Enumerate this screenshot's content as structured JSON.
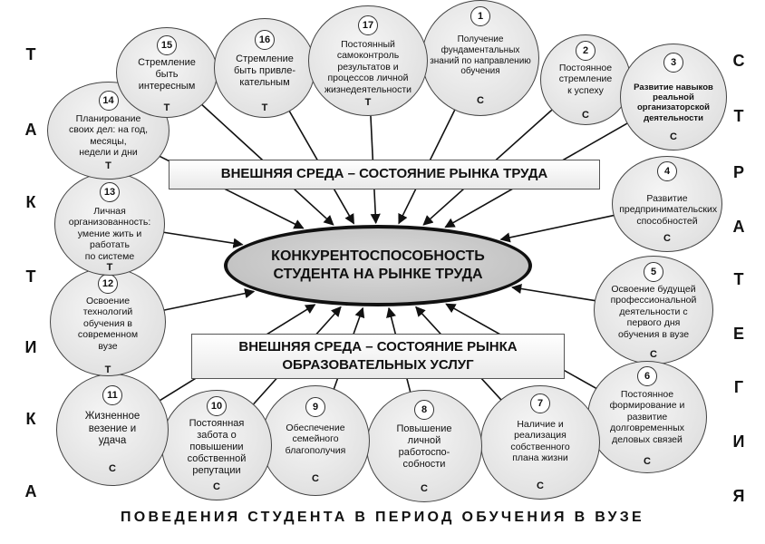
{
  "center": {
    "line1": "КОНКУРЕНТОСПОСОБНОСТЬ",
    "line2": "СТУДЕНТА НА РЫНКЕ ТРУДА"
  },
  "banner_top": "ВНЕШНЯЯ СРЕДА – СОСТОЯНИЕ РЫНКА ТРУДА",
  "banner_bottom": {
    "line1": "ВНЕШНЯЯ СРЕДА – СОСТОЯНИЕ РЫНКА",
    "line2": "ОБРАЗОВАТЕЛЬНЫХ УСЛУГ"
  },
  "left_word": [
    "Т",
    "А",
    "К",
    "Т",
    "И",
    "К",
    "А"
  ],
  "right_word": [
    "С",
    "Т",
    "Р",
    "А",
    "Т",
    "Е",
    "Г",
    "И",
    "Я"
  ],
  "footer": "ПОВЕДЕНИЯ СТУДЕНТА В ПЕРИОД ОБУЧЕНИЯ В ВУЗЕ",
  "factors": [
    {
      "num": "1",
      "text": [
        "Получение",
        "фундаментальных",
        "знаний по направлению",
        "обучения"
      ],
      "tag": "С"
    },
    {
      "num": "2",
      "text": [
        "Постоянное",
        "стремление",
        "к успеху"
      ],
      "tag": "С"
    },
    {
      "num": "3",
      "text": [
        "Развитие навыков",
        "реальной",
        "организаторской",
        "деятельности"
      ],
      "tag": "С"
    },
    {
      "num": "4",
      "text": [
        "Развитие",
        "предпринимательских",
        "способностей"
      ],
      "tag": "С"
    },
    {
      "num": "5",
      "text": [
        "Освоение будущей",
        "профессиональной",
        "деятельности с",
        "первого дня",
        "обучения в вузе"
      ],
      "tag": "С"
    },
    {
      "num": "6",
      "text": [
        "Постоянное",
        "формирование и",
        "развитие",
        "долговременных",
        "деловых связей"
      ],
      "tag": "С"
    },
    {
      "num": "7",
      "text": [
        "Наличие и",
        "реализация",
        "собственного",
        "плана жизни"
      ],
      "tag": "С"
    },
    {
      "num": "8",
      "text": [
        "Повышение",
        "личной",
        "работоспо-",
        "собности"
      ],
      "tag": "С"
    },
    {
      "num": "9",
      "text": [
        "Обеспечение",
        "семейного",
        "благополучия"
      ],
      "tag": "С"
    },
    {
      "num": "10",
      "text": [
        "Постоянная",
        "забота о",
        "повышении",
        "собственной",
        "репутации"
      ],
      "tag": "С"
    },
    {
      "num": "11",
      "text": [
        "Жизненное",
        "везение и",
        "удача"
      ],
      "tag": "С"
    },
    {
      "num": "12",
      "text": [
        "Освоение",
        "технологий",
        "обучения в",
        "современном",
        "вузе"
      ],
      "tag": "Т"
    },
    {
      "num": "13",
      "text": [
        "Личная",
        "организованность:",
        "умение жить и",
        "работать",
        "по системе"
      ],
      "tag": "Т"
    },
    {
      "num": "14",
      "text": [
        "Планирование",
        "своих дел: на год,",
        "месяцы,",
        "недели и дни"
      ],
      "tag": "Т"
    },
    {
      "num": "15",
      "text": [
        "Стремление",
        "быть",
        "интересным"
      ],
      "tag": "Т"
    },
    {
      "num": "16",
      "text": [
        "Стремление",
        "быть привле-",
        "кательным"
      ],
      "tag": "Т"
    },
    {
      "num": "17",
      "text": [
        "Постоянный",
        "самоконтроль",
        "результатов и",
        "процессов личной",
        "жизнедеятельности"
      ],
      "tag": "Т"
    }
  ]
}
